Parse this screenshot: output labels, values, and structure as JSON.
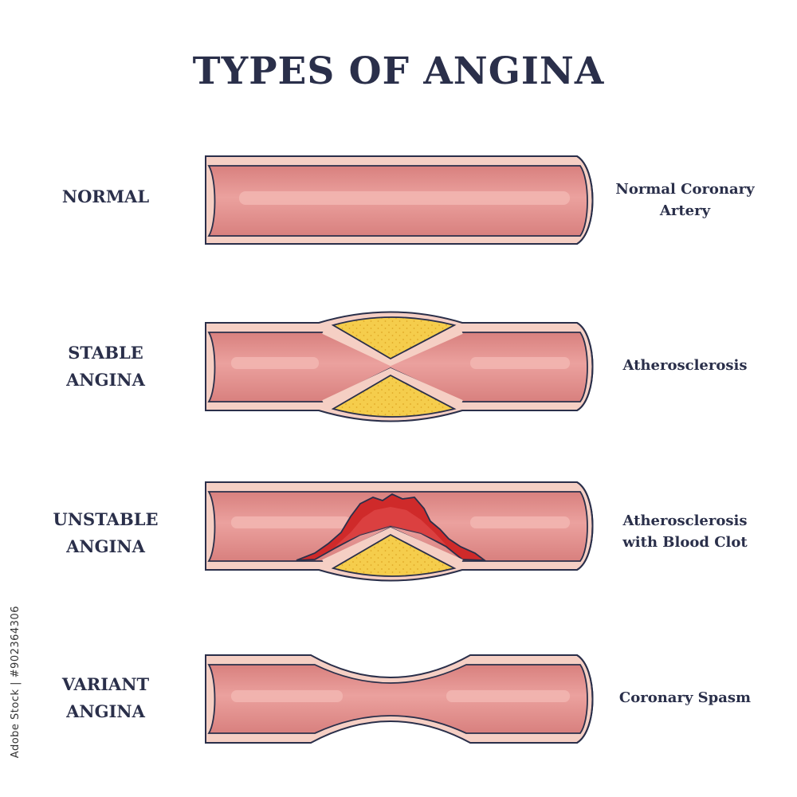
{
  "title": "TYPES OF ANGINA",
  "rows": [
    {
      "left_label": [
        "NORMAL"
      ],
      "right_label": [
        "Normal Coronary",
        "Artery"
      ]
    },
    {
      "left_label": [
        "STABLE",
        "ANGINA"
      ],
      "right_label": [
        "Atherosclerosis"
      ]
    },
    {
      "left_label": [
        "UNSTABLE",
        "ANGINA"
      ],
      "right_label": [
        "Atherosclerosis",
        "with Blood Clot"
      ]
    },
    {
      "left_label": [
        "VARIANT",
        "ANGINA"
      ],
      "right_label": [
        "Coronary Spasm"
      ]
    }
  ],
  "credit": "Adobe Stock | #902364306",
  "colors": {
    "outline": "#2a2f4a",
    "vessel_wall": "#f5cfc4",
    "lumen": "#e08f8c",
    "lumen_highlight": "#f0b0ad",
    "plaque": "#f5cd4c",
    "clot": "#cc2222"
  }
}
